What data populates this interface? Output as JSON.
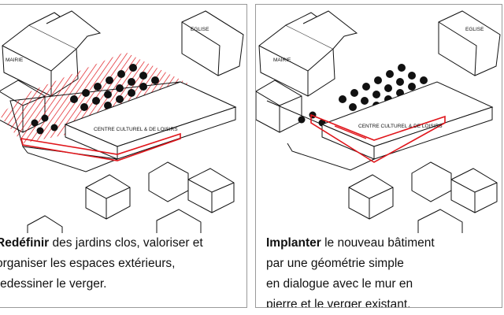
{
  "panels": [
    {
      "labels": {
        "mairie": "MAIRIE",
        "eglise": "EGLISE",
        "centre": "CENTRE CULTUREL & DE LOISIRS"
      },
      "caption": {
        "bold": "Redéfinir",
        "line1": " des jardins clos, valoriser et",
        "line2": "organiser les espaces extérieurs,",
        "line3": "redessiner le verger."
      }
    },
    {
      "labels": {
        "mairie": "MAIRIE",
        "eglise": "EGLISE",
        "centre": "CENTRE CULTUREL & DE LOISIRS"
      },
      "caption": {
        "bold": "Implanter",
        "line1": " le nouveau bâtiment",
        "line2": "par une géométrie simple",
        "line3": "en dialogue avec le mur en",
        "line4": "pierre et le verger existant."
      }
    }
  ],
  "colors": {
    "accent": "#e0151b",
    "line": "#111111",
    "border": "#9a9a9a"
  }
}
